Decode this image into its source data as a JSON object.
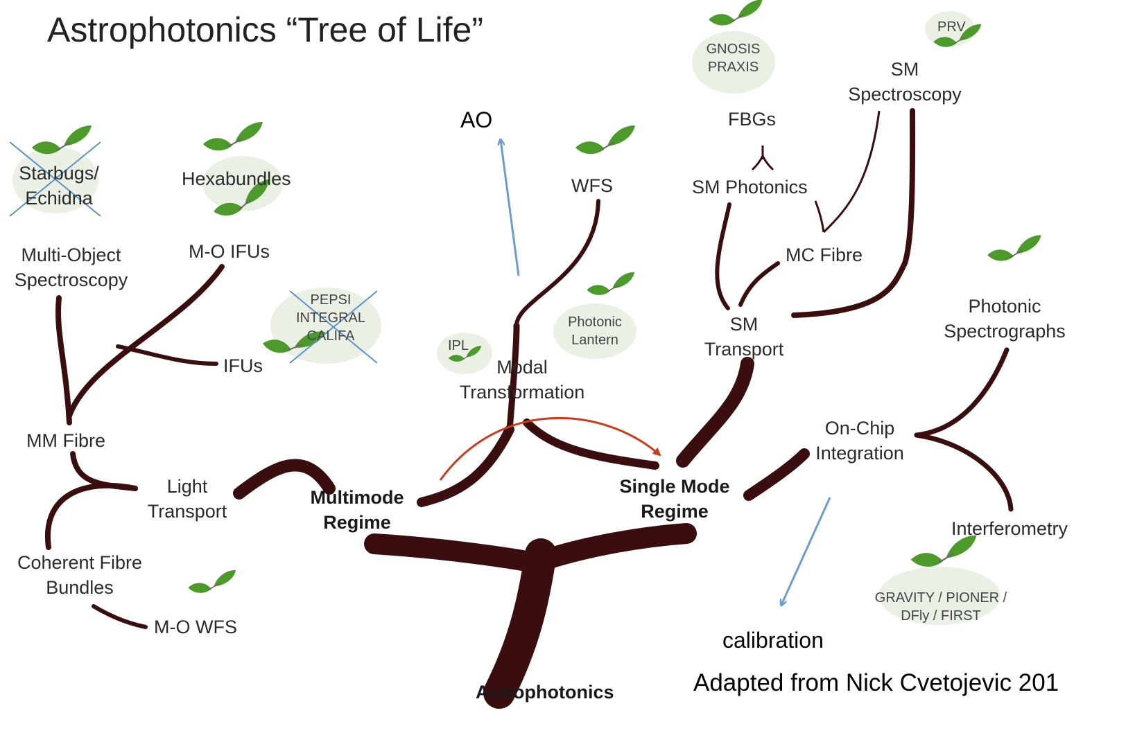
{
  "title": "Astrophotonics “Tree of Life”",
  "credit": "Adapted from Nick Cvetojevic 201",
  "annotations": {
    "ao": "AO",
    "calibration": "calibration"
  },
  "nodes": {
    "root": "Astrophotonics",
    "multimode_line1": "Multimode",
    "multimode_line2": "Regime",
    "singlemode_line1": "Single Mode",
    "singlemode_line2": "Regime",
    "light_transport_line1": "Light",
    "light_transport_line2": "Transport",
    "mm_fibre": "MM Fibre",
    "mos_line1": "Multi-Object",
    "mos_line2": "Spectroscopy",
    "starbugs_line1": "Starbugs/",
    "starbugs_line2": "Echidna",
    "hexabundles": "Hexabundles",
    "mo_ifus": "M-O IFUs",
    "ifus": "IFUs",
    "pepsi": "PEPSI",
    "integral": "INTEGRAL",
    "califa": "CALIFA",
    "coherent_line1": "Coherent Fibre",
    "coherent_line2": "Bundles",
    "mo_wfs": "M-O WFS",
    "modal_line1": "Modal",
    "modal_line2": "Transformation",
    "ipl": "IPL",
    "lantern_line1": "Photonic",
    "lantern_line2": "Lantern",
    "wfs": "WFS",
    "sm_transport_line1": "SM",
    "sm_transport_line2": "Transport",
    "sm_photonics": "SM Photonics",
    "fbgs": "FBGs",
    "gnosis": "GNOSIS",
    "praxis": "PRAXIS",
    "mc_fibre": "MC Fibre",
    "sm_spec_line1": "SM",
    "sm_spec_line2": "Spectroscopy",
    "prv": "PRV",
    "onchip_line1": "On-Chip",
    "onchip_line2": "Integration",
    "photonic_spec_line1": "Photonic",
    "photonic_spec_line2": "Spectrographs",
    "interferometry": "Interferometry",
    "gravity_line1": "GRAVITY / PIONER /",
    "gravity_line2": "DFly / FIRST"
  },
  "colors": {
    "branch": "#3a0e0e",
    "leaf": "#4c9a2a",
    "leaf_faded": "#e3ebda",
    "arrow_blue": "#6b9bd2",
    "arrow_red": "#cc3a1a",
    "cross": "#5b8fd0"
  }
}
